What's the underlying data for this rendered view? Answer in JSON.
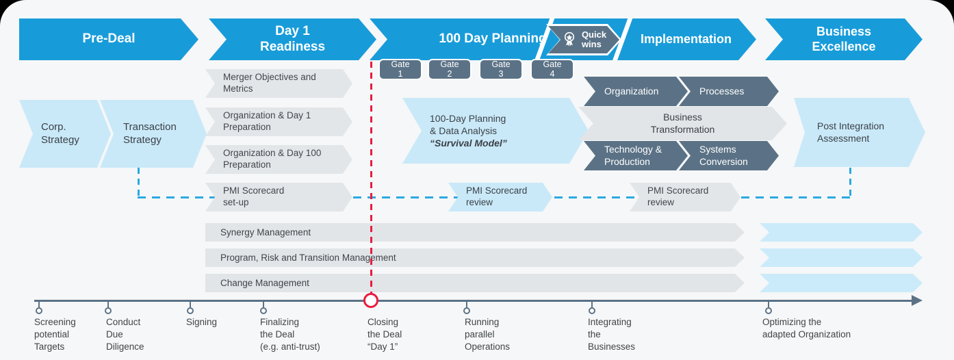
{
  "colors": {
    "primary_blue": "#189CD9",
    "light_blue": "#C9E9F9",
    "slate_gray": "#5B7286",
    "light_gray_box": "#E3E6E9",
    "background": "#F6F7F8",
    "red_dash": "#E81C3F",
    "blue_dash": "#2AA9E1"
  },
  "header": {
    "phases": [
      {
        "label": "Pre-Deal"
      },
      {
        "label": "Day 1\nReadiness"
      },
      {
        "label": "100 Day Planning"
      },
      {
        "label": "Implementation"
      },
      {
        "label": "Business\nExcellence"
      }
    ],
    "quick_wins": {
      "label": "Quick\nwins",
      "icon": "medal-icon"
    }
  },
  "gates": [
    {
      "label": "Gate\n1"
    },
    {
      "label": "Gate\n2"
    },
    {
      "label": "Gate\n3"
    },
    {
      "label": "Gate\n4"
    }
  ],
  "pre_deal": {
    "items": [
      {
        "label": "Corp.\nStrategy"
      },
      {
        "label": "Transaction\nStrategy"
      }
    ]
  },
  "readiness_items": [
    {
      "label": "Merger Objectives and\nMetrics"
    },
    {
      "label": "Organization & Day 1\nPreparation"
    },
    {
      "label": "Organization & Day 100\nPreparation"
    },
    {
      "label": "PMI Scorecard\nset-up"
    }
  ],
  "planning_box": {
    "line1": "100-Day Planning",
    "line2": "& Data Analysis",
    "line3": "“Survival Model”"
  },
  "transformation": {
    "top": [
      {
        "label": "Organization"
      },
      {
        "label": "Processes"
      }
    ],
    "center": "Business\nTransformation",
    "bottom": [
      {
        "label": "Technology &\nProduction"
      },
      {
        "label": "Systems\nConversion"
      }
    ]
  },
  "post_integration": {
    "label": "Post Integration\nAssessment"
  },
  "scorecard_reviews": [
    {
      "label": "PMI Scorecard\nreview"
    },
    {
      "label": "PMI Scorecard\nreview"
    }
  ],
  "lanes": [
    {
      "label": "Synergy Management"
    },
    {
      "label": "Program, Risk and Transition Management"
    },
    {
      "label": "Change Management"
    }
  ],
  "milestones": [
    {
      "label": "Screening\npotential\nTargets"
    },
    {
      "label": "Conduct\nDue\nDiligence"
    },
    {
      "label": "Signing"
    },
    {
      "label": "Finalizing\nthe Deal\n(e.g. anti-trust)"
    },
    {
      "label": "Closing\nthe Deal\n“Day 1”"
    },
    {
      "label": "Running\nparallel\nOperations"
    },
    {
      "label": "Integrating\nthe\nBusinesses"
    },
    {
      "label": "Optimizing the\nadapted Organization"
    }
  ]
}
